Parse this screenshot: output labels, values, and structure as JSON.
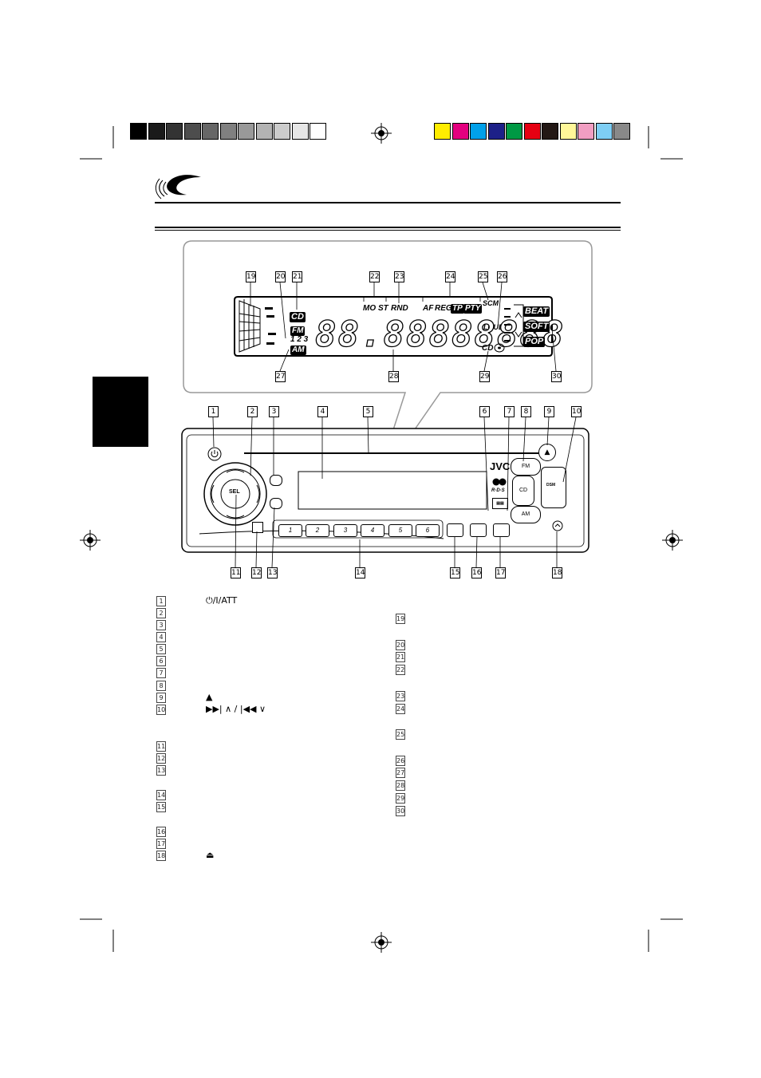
{
  "color_bar": {
    "grays": [
      "#000000",
      "#1a1a1a",
      "#333333",
      "#4d4d4d",
      "#666666",
      "#808080",
      "#999999",
      "#b3b3b3",
      "#cccccc",
      "#e6e6e6",
      "#ffffff"
    ],
    "colors": [
      "#ffed00",
      "#e4007f",
      "#00a0e9",
      "#1d2088",
      "#009944",
      "#e60012",
      "#231815",
      "#fff799",
      "#f19ec2",
      "#7ecef4",
      "#898989"
    ]
  },
  "display_callouts": [
    "19",
    "20",
    "21",
    "22",
    "23",
    "24",
    "25",
    "26",
    "27",
    "28",
    "29",
    "30"
  ],
  "panel_callouts": [
    "1",
    "2",
    "3",
    "4",
    "5",
    "6",
    "7",
    "8",
    "9",
    "10",
    "11",
    "12",
    "13",
    "14",
    "15",
    "16",
    "17",
    "18"
  ],
  "lcd": {
    "segments": "88.88888888",
    "cd": "CD",
    "fm": "FM",
    "bands": "1 2 3",
    "am": "AM",
    "mo": "MO",
    "st": "ST",
    "rnd": "RND",
    "af": "AF",
    "reg": "REG",
    "tp": "TP",
    "pty": "PTY",
    "scm": "SCM",
    "loud": "LOUD",
    "beat": "BEAT",
    "soft": "SOFT",
    "pop": "POP",
    "cd_in": "CD"
  },
  "panel": {
    "brand": "JVC",
    "rds": "R·D·S",
    "fm_btn": "FM",
    "cd_btn": "CD",
    "am_btn": "AM",
    "sel": "SEL",
    "dsm": "DSM",
    "presets": [
      "1",
      "2",
      "3",
      "4",
      "5",
      "6"
    ],
    "eject": "▲"
  },
  "legend_left": [
    {
      "n": "1",
      "sym": "⏻/I/ATT"
    },
    {
      "n": "2",
      "sym": ""
    },
    {
      "n": "3",
      "sym": ""
    },
    {
      "n": "4",
      "sym": ""
    },
    {
      "n": "5",
      "sym": ""
    },
    {
      "n": "6",
      "sym": ""
    },
    {
      "n": "7",
      "sym": ""
    },
    {
      "n": "8",
      "sym": ""
    },
    {
      "n": "9",
      "sym": "▲"
    },
    {
      "n": "10",
      "sym": "▶▶| ∧ / |◀◀ ∨"
    },
    {
      "n": "11",
      "sym": ""
    },
    {
      "n": "12",
      "sym": ""
    },
    {
      "n": "13",
      "sym": ""
    },
    {
      "n": "14",
      "sym": ""
    },
    {
      "n": "15",
      "sym": ""
    },
    {
      "n": "16",
      "sym": ""
    },
    {
      "n": "17",
      "sym": ""
    },
    {
      "n": "18",
      "sym": "⏏"
    }
  ],
  "legend_right": [
    "19",
    "20",
    "21",
    "22",
    "23",
    "24",
    "25",
    "26",
    "27",
    "28",
    "29",
    "30"
  ]
}
